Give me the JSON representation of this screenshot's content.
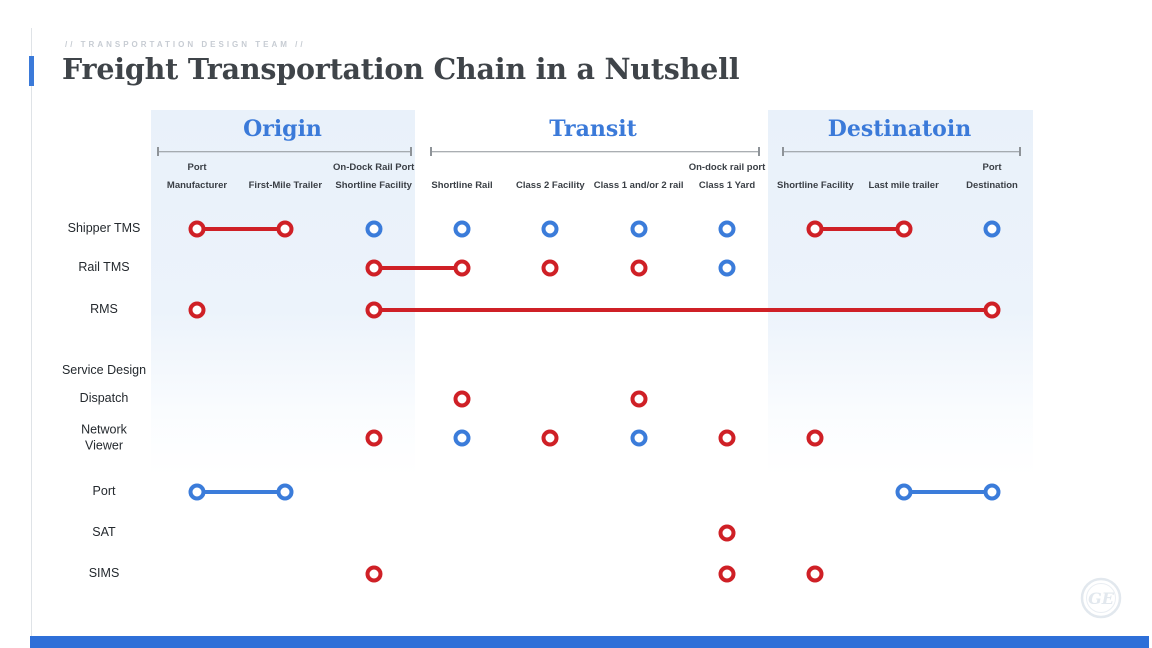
{
  "header": {
    "eyebrow": "// TRANSPORTATION DESIGN TEAM //",
    "title": "Freight Transportation Chain in a Nutshell"
  },
  "colors": {
    "red": "#cf2026",
    "blue": "#3b7cda",
    "heading": "#3b7ad9",
    "accent": "#3b7ad9",
    "bottom_bar": "#2e6fd8",
    "panel_tint": "#e9f1fa",
    "bracket": "#8e9398",
    "logo": "#e2e8ee"
  },
  "logo": {
    "monogram": "GE"
  },
  "board": {
    "groups": [
      {
        "label": "Origin",
        "columns": [
          {
            "top": "Port",
            "bottom": "Manufacturer"
          },
          {
            "top": "",
            "bottom": "First-Mile Trailer"
          },
          {
            "top": "On-Dock Rail Port",
            "bottom": "Shortline Facility"
          }
        ]
      },
      {
        "label": "Transit",
        "columns": [
          {
            "top": "",
            "bottom": "Shortline Rail"
          },
          {
            "top": "",
            "bottom": "Class 2 Facility"
          },
          {
            "top": "",
            "bottom": "Class 1 and/or 2 rail"
          },
          {
            "top": "On-dock rail port",
            "bottom": "Class 1 Yard"
          }
        ]
      },
      {
        "label": "Destinatoin",
        "columns": [
          {
            "top": "",
            "bottom": "Shortline Facility"
          },
          {
            "top": "",
            "bottom": "Last mile trailer"
          },
          {
            "top": "Port",
            "bottom": "Destination"
          }
        ]
      }
    ],
    "rows": [
      {
        "label": "Shipper TMS",
        "dots": [
          {
            "col": 1,
            "color": "red"
          },
          {
            "col": 2,
            "color": "red"
          },
          {
            "col": 3,
            "color": "blue"
          },
          {
            "col": 4,
            "color": "blue"
          },
          {
            "col": 5,
            "color": "blue"
          },
          {
            "col": 6,
            "color": "blue"
          },
          {
            "col": 7,
            "color": "blue"
          },
          {
            "col": 8,
            "color": "red"
          },
          {
            "col": 9,
            "color": "red"
          },
          {
            "col": 10,
            "color": "blue"
          }
        ],
        "links": [
          {
            "from": 1,
            "to": 2,
            "color": "red"
          },
          {
            "from": 8,
            "to": 9,
            "color": "red"
          }
        ]
      },
      {
        "label": "Rail TMS",
        "dots": [
          {
            "col": 3,
            "color": "red"
          },
          {
            "col": 4,
            "color": "red"
          },
          {
            "col": 5,
            "color": "red"
          },
          {
            "col": 6,
            "color": "red"
          },
          {
            "col": 7,
            "color": "blue"
          }
        ],
        "links": [
          {
            "from": 3,
            "to": 4,
            "color": "red"
          }
        ]
      },
      {
        "label": "RMS",
        "dots": [
          {
            "col": 1,
            "color": "red"
          },
          {
            "col": 3,
            "color": "red"
          },
          {
            "col": 10,
            "color": "red"
          }
        ],
        "links": [
          {
            "from": 3,
            "to": 10,
            "color": "red"
          }
        ]
      },
      {
        "label": "Service Design",
        "dots": [],
        "links": []
      },
      {
        "label": "Dispatch",
        "dots": [
          {
            "col": 4,
            "color": "red"
          },
          {
            "col": 6,
            "color": "red"
          }
        ],
        "links": []
      },
      {
        "label": "Network\nViewer",
        "dots": [
          {
            "col": 3,
            "color": "red"
          },
          {
            "col": 4,
            "color": "blue"
          },
          {
            "col": 5,
            "color": "red"
          },
          {
            "col": 6,
            "color": "blue"
          },
          {
            "col": 7,
            "color": "red"
          },
          {
            "col": 8,
            "color": "red"
          }
        ],
        "links": []
      },
      {
        "label": "Port",
        "dots": [
          {
            "col": 1,
            "color": "blue"
          },
          {
            "col": 2,
            "color": "blue"
          },
          {
            "col": 9,
            "color": "blue"
          },
          {
            "col": 10,
            "color": "blue"
          }
        ],
        "links": [
          {
            "from": 1,
            "to": 2,
            "color": "blue"
          },
          {
            "from": 9,
            "to": 10,
            "color": "blue"
          }
        ]
      },
      {
        "label": "SAT",
        "dots": [
          {
            "col": 7,
            "color": "red"
          }
        ],
        "links": []
      },
      {
        "label": "SIMS",
        "dots": [
          {
            "col": 3,
            "color": "red"
          },
          {
            "col": 7,
            "color": "red"
          },
          {
            "col": 8,
            "color": "red"
          }
        ],
        "links": []
      }
    ]
  }
}
